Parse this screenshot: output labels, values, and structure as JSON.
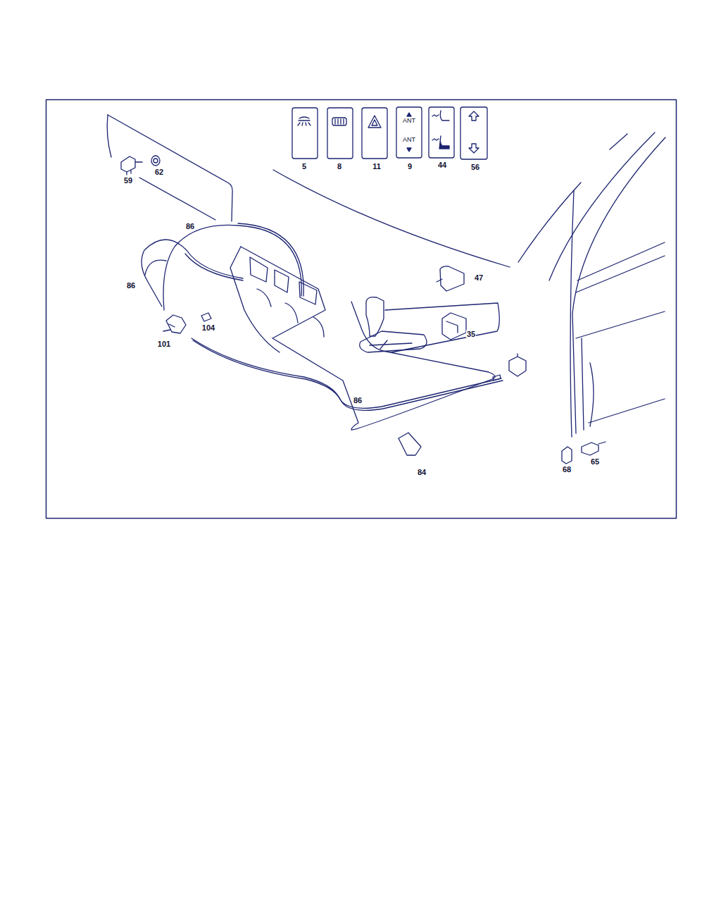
{
  "diagram": {
    "nodes": [
      {
        "text": [
          "ANT",
          "ANT"
        ]
      }
    ],
    "labels": [
      "5",
      "8",
      "11",
      "9",
      "44",
      "56",
      "59",
      "62",
      "86",
      "86",
      "47",
      "104",
      "35",
      "101",
      "86",
      "65",
      "68",
      "84"
    ]
  }
}
